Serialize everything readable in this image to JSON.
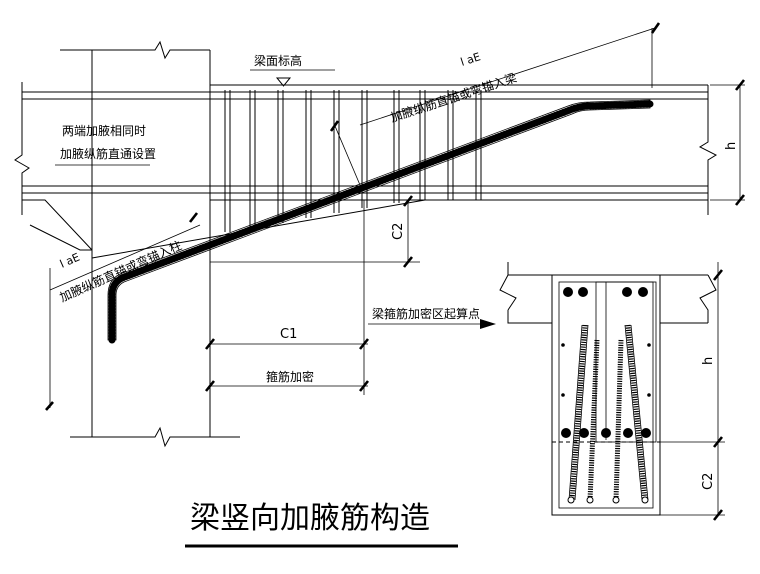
{
  "labels": {
    "beam_top_elevation": "梁面标高",
    "lae_top": "l aE",
    "lae_left": "l aE",
    "haunch_bar_top": "加腋纵筋直锚或弯锚入梁",
    "haunch_bar_bottom": "加腋纵筋直锚或弯锚入柱",
    "note_line1": "两端加腋相同时",
    "note_line2": "加腋纵筋直通设置",
    "dim_c1": "C1",
    "dim_c2_left": "C2",
    "dim_c2_right": "C2",
    "dim_h_left": "h",
    "dim_h_right": "h",
    "stirrup_dense": "箍筋加密",
    "dense_start": "梁箍筋加密区起算点"
  },
  "title": "梁竖向加腋筋构造",
  "colors": {
    "line": "#000000",
    "background": "#ffffff"
  }
}
